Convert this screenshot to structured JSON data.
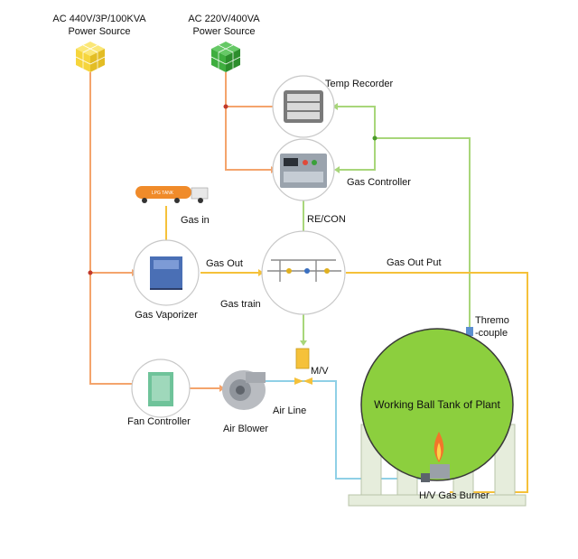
{
  "colors": {
    "power_line": "#f4a46c",
    "signal_line": "#a8d67a",
    "gas_line": "#f5c13a",
    "air_line": "#8fd0e6",
    "junction": "#c0392b",
    "tank_fill": "#8ccf3e",
    "cube_yellow": "#f6d53c",
    "cube_green": "#3fae3f"
  },
  "labels": {
    "power_main_1": "AC 440V/3P/100KVA",
    "power_main_2": "Power Source",
    "power_ctrl_1": "AC 220V/400VA",
    "power_ctrl_2": "Power Source",
    "temp_recorder": "Temp Recorder",
    "gas_controller": "Gas Controller",
    "lpg_tank_badge": "LPG TANK",
    "gas_in": "Gas in",
    "re_con": "RE/CON",
    "gas_out": "Gas Out",
    "gas_out_put": "Gas Out Put",
    "gas_vaporizer": "Gas Vaporizer",
    "gas_train": "Gas train",
    "thermo_1": "Thremo",
    "thermo_2": "-couple",
    "mv": "M/V",
    "air_line": "Air Line",
    "fan_controller": "Fan Controller",
    "air_blower": "Air Blower",
    "tank": "Working Ball Tank of Plant",
    "burner": "H/V Gas Burner"
  }
}
